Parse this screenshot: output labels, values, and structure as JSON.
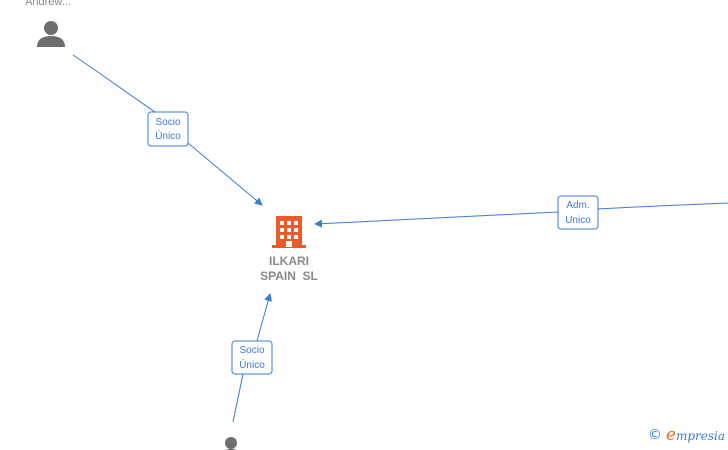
{
  "center_company": {
    "name_line1": "ILKARI",
    "name_line2": "SPAIN  SL",
    "icon": "building-icon",
    "color": "#f05a28"
  },
  "people": [
    {
      "name": "Andrew...",
      "icon": "person-icon"
    },
    {
      "name": "",
      "icon": "person-icon"
    }
  ],
  "edges": [
    {
      "label_line1": "Socio",
      "label_line2": "Único"
    },
    {
      "label_line1": "Adm.",
      "label_line2": "Unico"
    },
    {
      "label_line1": "Socio",
      "label_line2": "Único"
    }
  ],
  "brand": {
    "copyright": "©",
    "initial": "e",
    "rest": "mpresia"
  },
  "colors": {
    "edge": "#3a7bd5",
    "node_text": "#8a8a8a",
    "person_icon": "#6e6e6e",
    "brand_accent": "#f36b21"
  }
}
